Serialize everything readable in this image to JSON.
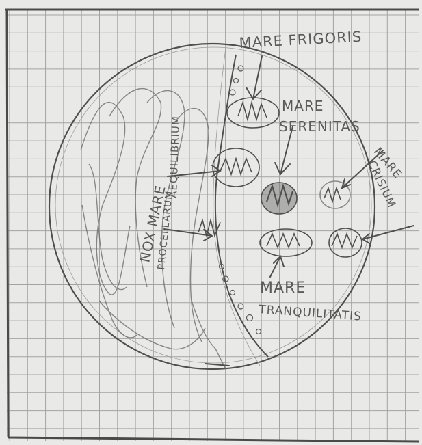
{
  "labels": {
    "mare_frigoris": "MARE FRIGORIS",
    "mare_serenitatis_1": "MARE",
    "mare_serenitatis_2": "SERENITAS",
    "mare_crisium_1": "MARE",
    "mare_crisium_2": "CRISIUM",
    "oceanus_1": "NOX MARE",
    "oceanus_2": "AEQUILIBRIUM",
    "oceanus_3": "PROCELLARUM",
    "mare_tranquillitatis_1": "MARE",
    "mare_tranquillitatis_2": "TRANQUILITATIS"
  },
  "colors": {
    "paper": "#e9e9e7",
    "grid": "#8c8c8c",
    "pencil": "#4f4f4f",
    "pencil_light": "#9a9a9a"
  }
}
